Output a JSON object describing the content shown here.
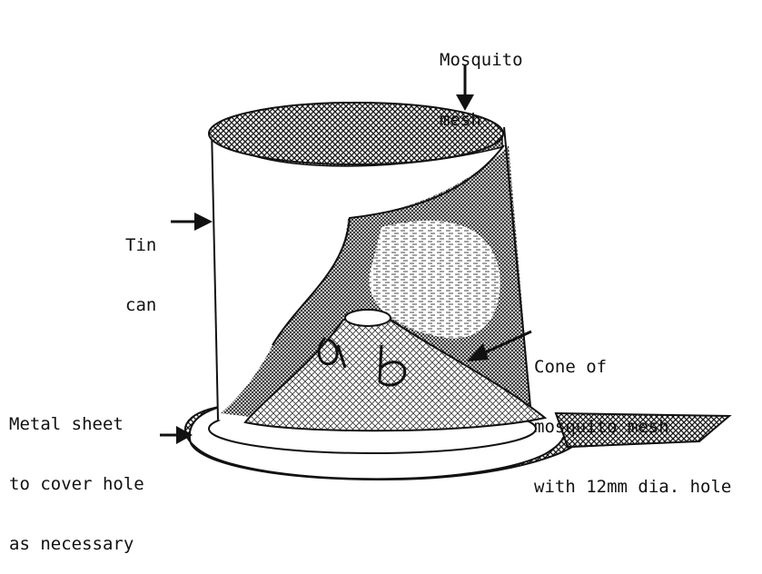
{
  "labels": {
    "mosquito_mesh": [
      "Mosquito",
      "mesh"
    ],
    "tin_can": [
      "Tin",
      "can"
    ],
    "cone": [
      "Cone of",
      "mosquito mesh",
      "with 12mm dia. hole"
    ],
    "metal_sheet": [
      "Metal sheet",
      "to cover hole",
      "as necessary"
    ]
  },
  "colors": {
    "ink": "#111111",
    "paper": "#ffffff"
  }
}
